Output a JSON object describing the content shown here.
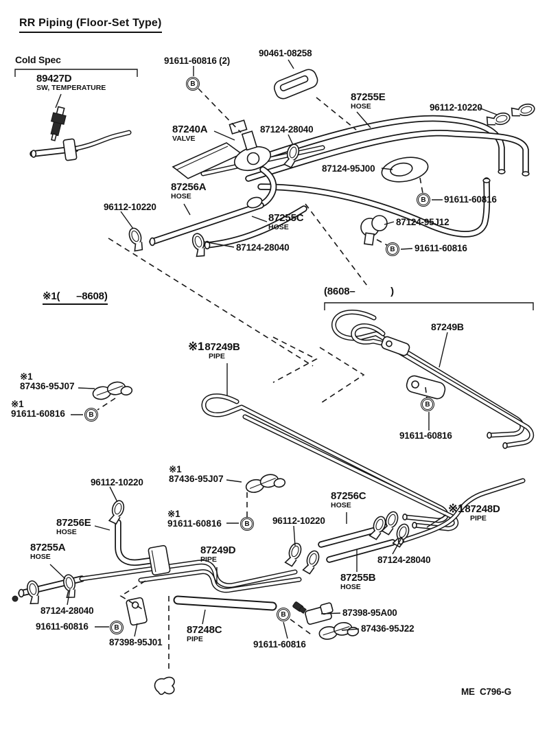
{
  "page": {
    "title": "RR Piping (Floor-Set Type)",
    "drawing_code": "ME  C796-G"
  },
  "inset": {
    "heading": "Cold Spec",
    "part_no": "89427D",
    "part_name": "SW, TEMPERATURE"
  },
  "variants": {
    "early": "※1(      –8608)",
    "late": "(8608–             )"
  },
  "parts": {
    "bolt": "91611-60816",
    "bolt_x2": "91611-60816 (2)",
    "clamp_small": "96112-10220",
    "clamp_mid": "87124-28040",
    "clamp_95j00": "87124-95J00",
    "clamp_95j12": "87124-95J12",
    "clamp_95j07": "87436-95J07",
    "clamp_95j22": "87436-95J22",
    "bracket_90461": "90461-08258",
    "bracket_95j01": "87398-95J01",
    "bracket_95a00": "87398-95A00",
    "valve_87240a": "87240A",
    "hose_87255a": "87255A",
    "hose_87255b": "87255B",
    "hose_87255c": "87255C",
    "hose_87255e": "87255E",
    "hose_87256a": "87256A",
    "hose_87256c": "87256C",
    "hose_87256e": "87256E",
    "pipe_87249b": "87249B",
    "pipe_87249d": "87249D",
    "pipe_87248c": "87248C",
    "pipe_87248d": "87248D"
  },
  "sublabels": {
    "hose": "HOSE",
    "pipe": "PIPE",
    "valve": "VALVE",
    "star1": "※1",
    "bolt_symbol": "B"
  }
}
